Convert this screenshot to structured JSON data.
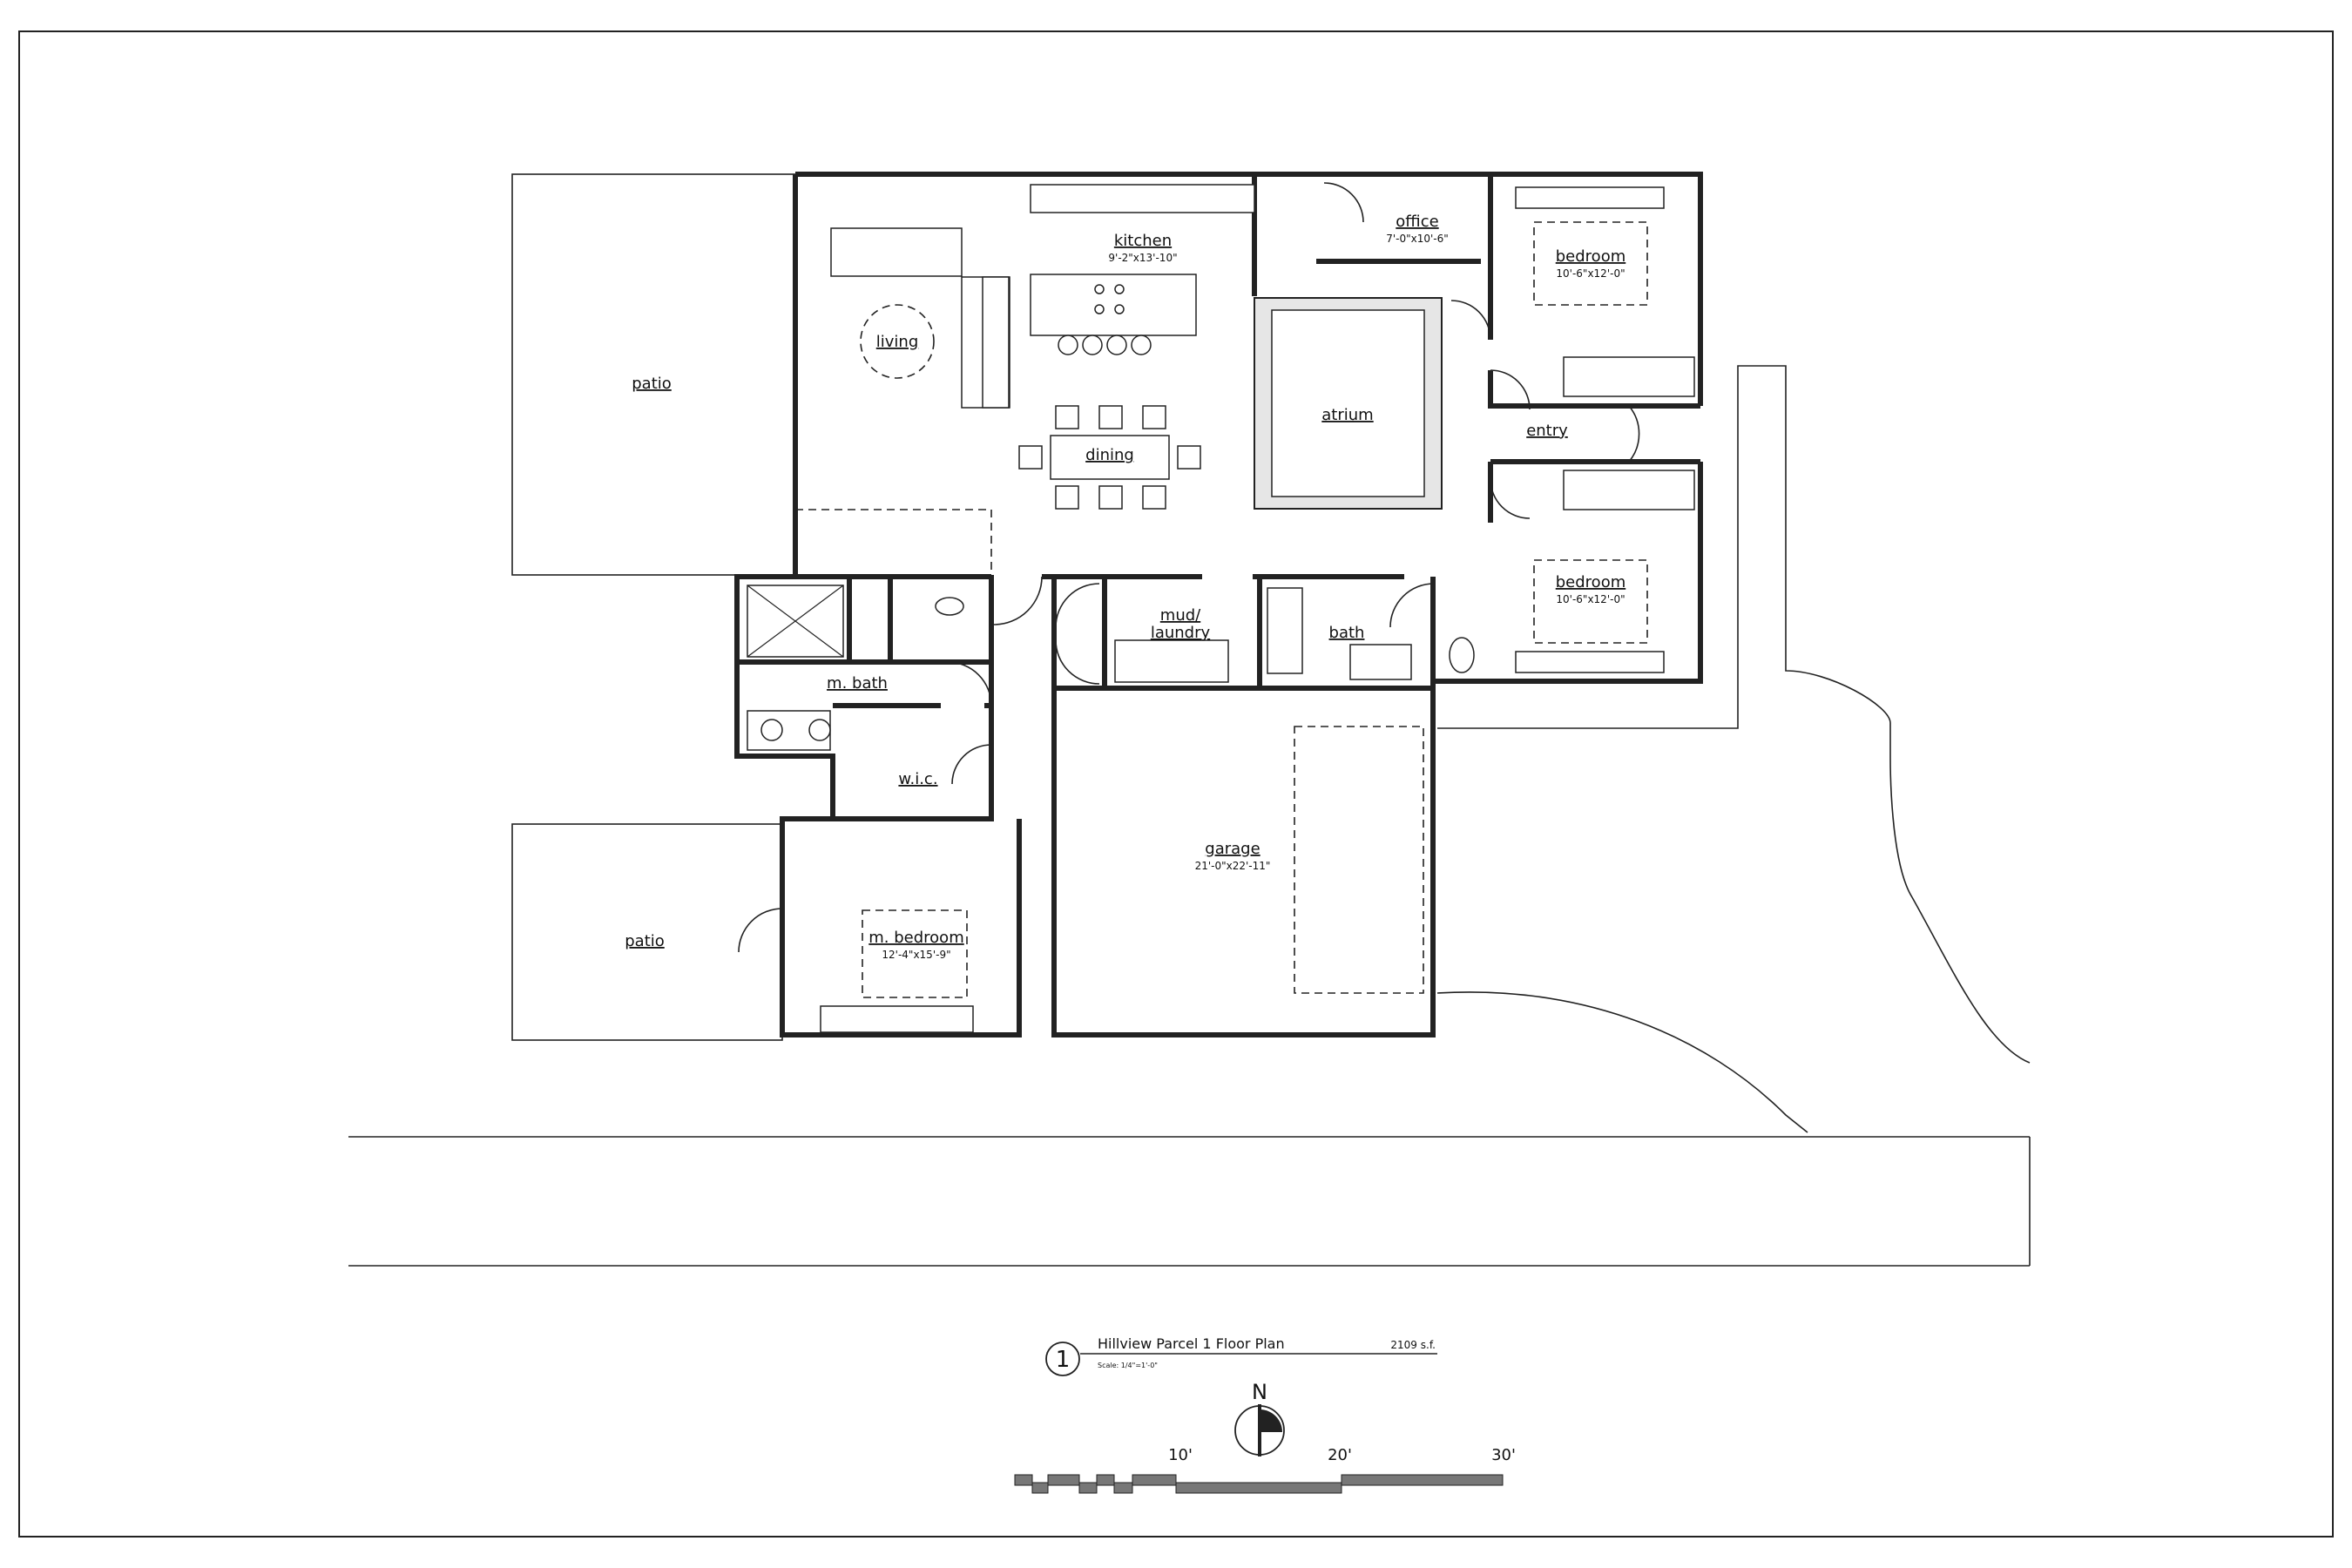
{
  "drawing": {
    "title": "Hillview Parcel 1 Floor Plan",
    "number": "1",
    "area": "2109 s.f.",
    "scale": "Scale: 1/4\"=1'-0\"",
    "north": "N",
    "scale_bar": [
      "10'",
      "20'",
      "30'"
    ]
  },
  "rooms": {
    "kitchen": {
      "name": "kitchen",
      "dims": "9'-2\"x13'-10\""
    },
    "living": {
      "name": "living"
    },
    "dining": {
      "name": "dining"
    },
    "office": {
      "name": "office",
      "dims": "7'-0\"x10'-6\""
    },
    "bedroom_ne": {
      "name": "bedroom",
      "dims": "10'-6\"x12'-0\""
    },
    "bedroom_e": {
      "name": "bedroom",
      "dims": "10'-6\"x12'-0\""
    },
    "atrium": {
      "name": "atrium"
    },
    "entry": {
      "name": "entry"
    },
    "patio_n": {
      "name": "patio"
    },
    "patio_s": {
      "name": "patio"
    },
    "mud_laundry": {
      "name_line1": "mud/",
      "name_line2": "laundry"
    },
    "bath": {
      "name": "bath"
    },
    "m_bath": {
      "name": "m. bath"
    },
    "wic": {
      "name": "w.i.c."
    },
    "garage": {
      "name": "garage",
      "dims": "21'-0\"x22'-11\""
    },
    "m_bedroom": {
      "name": "m. bedroom",
      "dims": "12'-4\"x15'-9\""
    }
  }
}
